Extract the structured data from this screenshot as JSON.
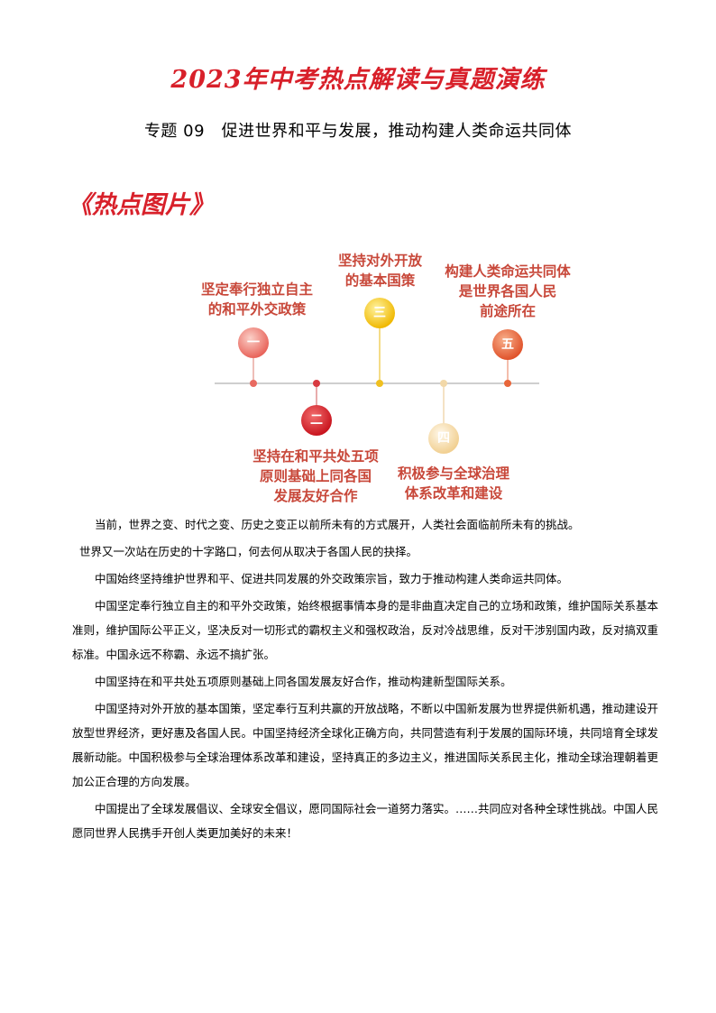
{
  "header": {
    "main_title": "2023年中考热点解读与真题演练",
    "subtitle": "专题 09　促进世界和平与发展，推动构建人类命运共同体"
  },
  "section": {
    "title": "《热点图片》"
  },
  "diagram": {
    "nodes": [
      {
        "num": "一",
        "lines": [
          "坚定奉行独立自主",
          "的和平外交政策"
        ],
        "color": "#e8635a"
      },
      {
        "num": "二",
        "lines": [
          "坚持在和平共处五项",
          "原则基础上同各国",
          "发展友好合作"
        ],
        "color": "#d8202a"
      },
      {
        "num": "三",
        "lines": [
          "坚持对外开放",
          "的基本国策"
        ],
        "color": "#f5c518"
      },
      {
        "num": "四",
        "lines": [
          "积极参与全球治理",
          "体系改革和建设"
        ],
        "color": "#f4dca8"
      },
      {
        "num": "五",
        "lines": [
          "构建人类命运共同体",
          "是世界各国人民",
          "前途所在"
        ],
        "color": "#e8663a"
      }
    ]
  },
  "body": {
    "paragraphs": [
      "当前，世界之变、时代之变、历史之变正以前所未有的方式展开，人类社会面临前所未有的挑战。",
      "世界又一次站在历史的十字路口，何去何从取决于各国人民的抉择。",
      "中国始终坚持维护世界和平、促进共同发展的外交政策宗旨，致力于推动构建人类命运共同体。",
      "中国坚定奉行独立自主的和平外交政策，始终根据事情本身的是非曲直决定自己的立场和政策，维护国际关系基本准则，维护国际公平正义，坚决反对一切形式的霸权主义和强权政治，反对冷战思维，反对干涉别国内政，反对搞双重标准。中国永远不称霸、永远不搞扩张。",
      "中国坚持在和平共处五项原则基础上同各国发展友好合作，推动构建新型国际关系。",
      "中国坚持对外开放的基本国策，坚定奉行互利共赢的开放战略，不断以中国新发展为世界提供新机遇，推动建设开放型世界经济，更好惠及各国人民。中国坚持经济全球化正确方向，共同营造有利于发展的国际环境，共同培育全球发展新动能。中国积极参与全球治理体系改革和建设，坚持真正的多边主义，推进国际关系民主化，推动全球治理朝着更加公正合理的方向发展。",
      "中国提出了全球发展倡议、全球安全倡议，愿同国际社会一道努力落实。……共同应对各种全球性挑战。中国人民愿同世界人民携手开创人类更加美好的未来！"
    ]
  }
}
